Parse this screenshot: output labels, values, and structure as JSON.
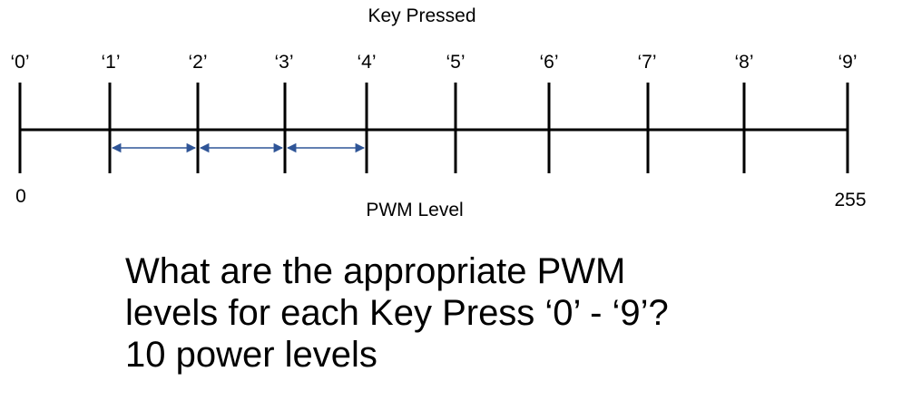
{
  "diagram": {
    "top_label": "Key Pressed",
    "bottom_label": "PWM Level",
    "keys": [
      "‘0’",
      "‘1’",
      "‘2’",
      "‘3’",
      "‘4’",
      "‘5’",
      "‘6’",
      "‘7’",
      "‘8’",
      "‘9’"
    ],
    "range": {
      "min": "0",
      "max": "255"
    },
    "arrow_color": "#2f5597",
    "line_color": "#000000"
  },
  "question": {
    "line1": "What are the appropriate PWM",
    "line2": "levels for each Key Press ‘0’ - ‘9’?",
    "line3": "10 power levels"
  }
}
